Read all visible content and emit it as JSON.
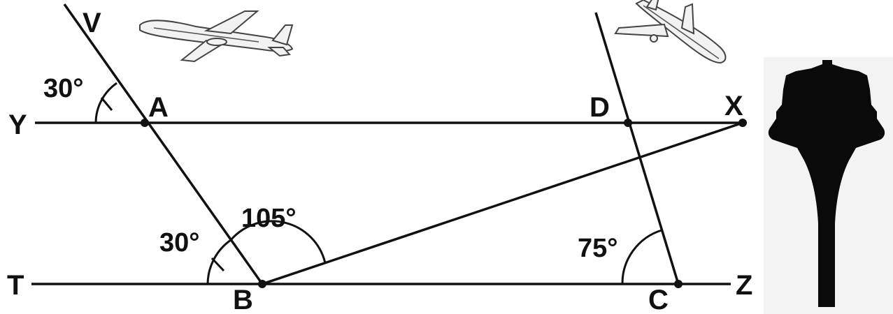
{
  "diagram": {
    "points": {
      "V": "V",
      "A": "A",
      "Y": "Y",
      "D": "D",
      "X": "X",
      "T": "T",
      "B": "B",
      "C": "C",
      "Z": "Z"
    },
    "angles": {
      "at_A": "30°",
      "at_B_left": "30°",
      "at_B_right": "105°",
      "at_C": "75°"
    },
    "icons": [
      "airplane-icon",
      "airplane-icon",
      "control-tower-icon"
    ],
    "colors": {
      "ink": "#111111",
      "background": "#ffffff",
      "tower_panel": "#f3f3f3"
    }
  }
}
